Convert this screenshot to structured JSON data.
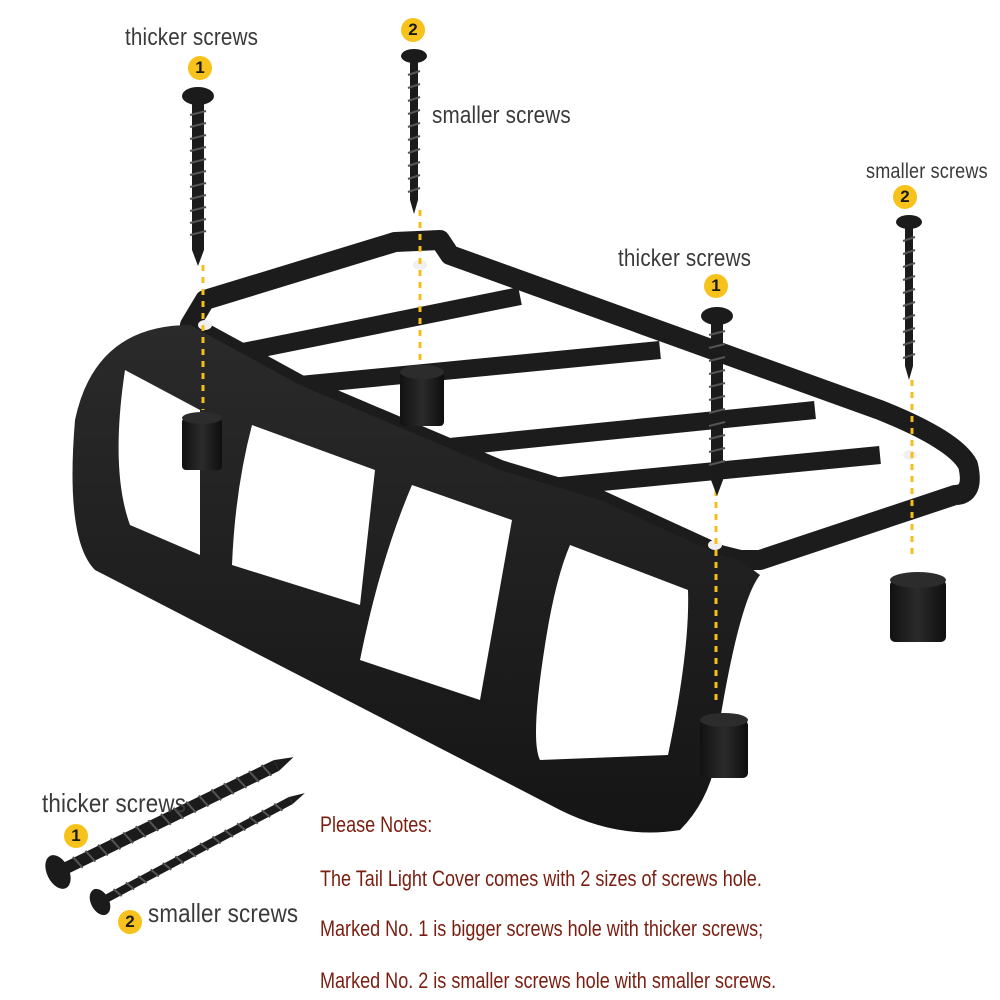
{
  "labels": {
    "thicker_screws": "thicker screws",
    "smaller_screws": "smaller screws",
    "badge_1": "1",
    "badge_2": "2"
  },
  "notes": {
    "title": "Please Notes:",
    "line_1": "The Tail Light Cover comes with 2 sizes of screws hole.",
    "line_2": "Marked No. 1 is bigger screws hole with thicker screws;",
    "line_3": "Marked No. 2 is smaller screws hole with smaller screws."
  },
  "colors": {
    "badge": "#f6c21b",
    "guide_line": "#f3bf1d",
    "note_text": "#7a1e10",
    "label_text": "#3a3a3a",
    "part": "#1c1c1c"
  },
  "icons": [
    "screw-icon",
    "spacer-icon",
    "tail-light-cover-icon"
  ]
}
